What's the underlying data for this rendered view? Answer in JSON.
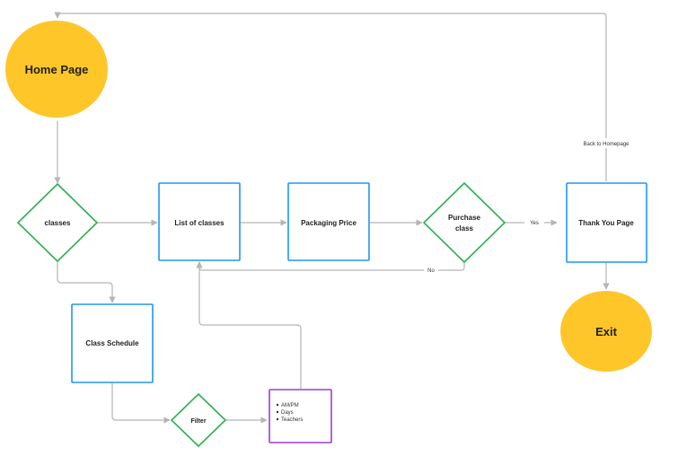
{
  "colors": {
    "circle_fill": "#FFC629",
    "rect_stroke": "#2196F3",
    "diamond_stroke": "#2EAE4F",
    "list_stroke": "#9B3FD6",
    "edge": "#B5B5B5",
    "text": "#1f1f1f"
  },
  "nodes": {
    "home": {
      "label": "Home Page",
      "shape": "circle"
    },
    "classes": {
      "label": "classes",
      "shape": "diamond"
    },
    "list_of_classes": {
      "label": "List of classes",
      "shape": "rectangle"
    },
    "packaging_price": {
      "label": "Packaging Price",
      "shape": "rectangle"
    },
    "purchase_class": {
      "label_line1": "Purchase",
      "label_line2": "class",
      "shape": "diamond"
    },
    "thank_you": {
      "label": "Thank You Page",
      "shape": "rectangle"
    },
    "exit": {
      "label": "Exit",
      "shape": "circle"
    },
    "class_schedule": {
      "label": "Class Schedule",
      "shape": "rectangle"
    },
    "filter": {
      "label": "Filter",
      "shape": "diamond"
    },
    "filter_options": {
      "shape": "rectangle",
      "items": [
        "AM/PM",
        "Days",
        "Teachers"
      ]
    }
  },
  "edges": {
    "yes": "Yes",
    "no": "No",
    "back_to_homepage": "Back to Homepage"
  }
}
